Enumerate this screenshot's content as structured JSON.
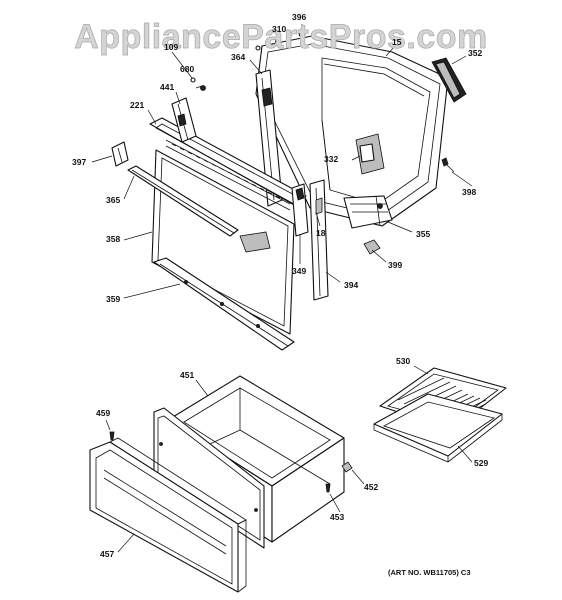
{
  "watermark": "AppliancePartsPros.com",
  "art_number": "(ART NO. WB11705) C3",
  "callouts": [
    {
      "id": "c396",
      "text": "396"
    },
    {
      "id": "c310",
      "text": "310"
    },
    {
      "id": "c15",
      "text": "15"
    },
    {
      "id": "c352",
      "text": "352"
    },
    {
      "id": "c109",
      "text": "109"
    },
    {
      "id": "c680",
      "text": "680"
    },
    {
      "id": "c364",
      "text": "364"
    },
    {
      "id": "c441",
      "text": "441"
    },
    {
      "id": "c221",
      "text": "221"
    },
    {
      "id": "c332",
      "text": "332"
    },
    {
      "id": "c397",
      "text": "397"
    },
    {
      "id": "c398",
      "text": "398"
    },
    {
      "id": "c365",
      "text": "365"
    },
    {
      "id": "c18",
      "text": "18"
    },
    {
      "id": "c355",
      "text": "355"
    },
    {
      "id": "c358",
      "text": "358"
    },
    {
      "id": "c399",
      "text": "399"
    },
    {
      "id": "c349",
      "text": "349"
    },
    {
      "id": "c394",
      "text": "394"
    },
    {
      "id": "c359",
      "text": "359"
    },
    {
      "id": "c530",
      "text": "530"
    },
    {
      "id": "c451",
      "text": "451"
    },
    {
      "id": "c459",
      "text": "459"
    },
    {
      "id": "c529",
      "text": "529"
    },
    {
      "id": "c452",
      "text": "452"
    },
    {
      "id": "c453",
      "text": "453"
    },
    {
      "id": "c457",
      "text": "457"
    }
  ]
}
